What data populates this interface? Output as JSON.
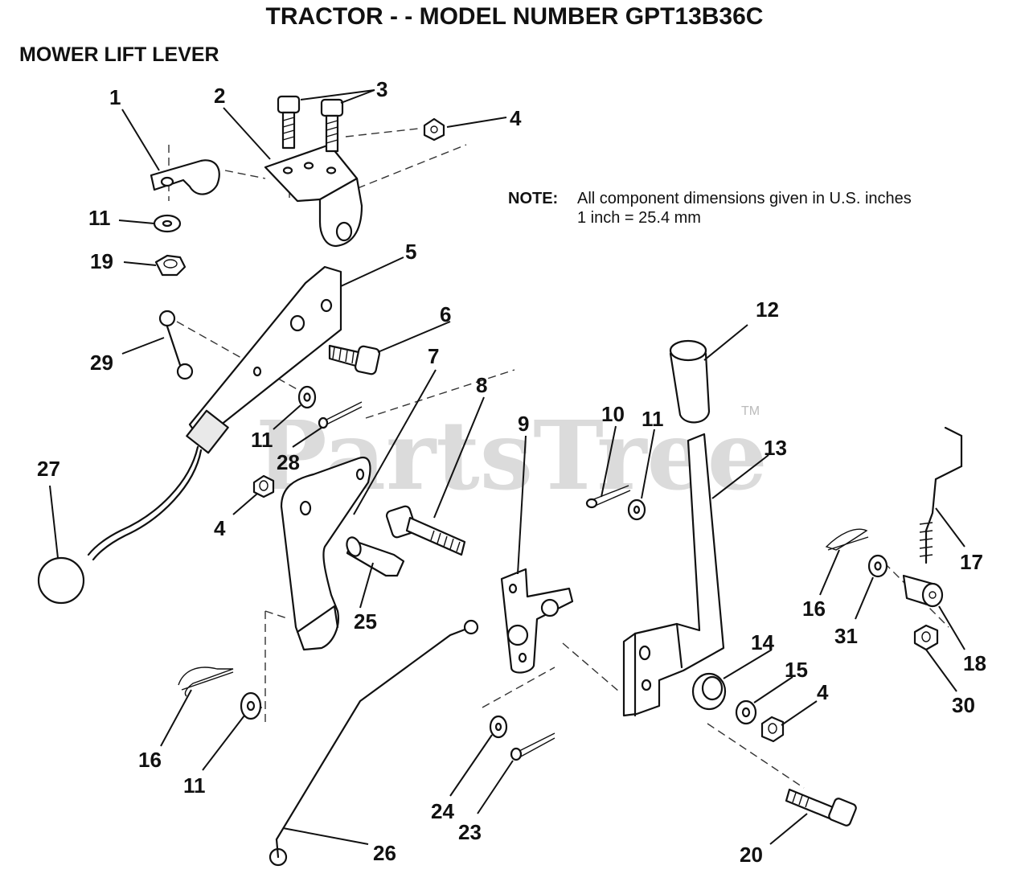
{
  "title": "TRACTOR  - - MODEL NUMBER GPT13B36C",
  "subtitle": "MOWER LIFT LEVER",
  "note": {
    "label": "NOTE:",
    "line1": "All component dimensions given in U.S. inches",
    "line2": "1 inch = 25.4 mm"
  },
  "watermark": {
    "text": "PartsTree",
    "tm": "TM"
  },
  "callouts": {
    "c1": "1",
    "c2": "2",
    "c3": "3",
    "c4a": "4",
    "c4b": "4",
    "c4c": "4",
    "c5": "5",
    "c6": "6",
    "c7": "7",
    "c8": "8",
    "c9": "9",
    "c10": "10",
    "c11a": "11",
    "c11b": "11",
    "c11c": "11",
    "c11d": "11",
    "c12": "12",
    "c13": "13",
    "c14": "14",
    "c15": "15",
    "c16a": "16",
    "c16b": "16",
    "c17": "17",
    "c18": "18",
    "c19": "19",
    "c20": "20",
    "c23": "23",
    "c24": "24",
    "c25": "25",
    "c26": "26",
    "c27": "27",
    "c28": "28",
    "c29": "29",
    "c30": "30",
    "c31": "31"
  }
}
